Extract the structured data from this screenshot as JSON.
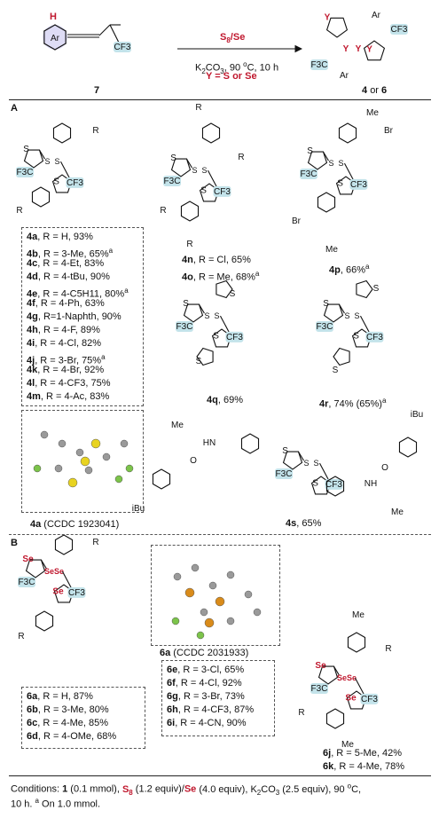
{
  "scheme": {
    "reactant_label": "7",
    "reagent": "S8/Se",
    "conditions": "K2CO3, 90 oC, 10 h",
    "y_definition": "Y = S or Se",
    "product_label": "4 or 6",
    "atom_labels": {
      "h": "H",
      "ar": "Ar",
      "cf3": "CF3",
      "f3c": "F3C",
      "y": "Y",
      "s": "S",
      "se": "Se",
      "r": "R",
      "br": "Br",
      "me": "Me",
      "nh": "NH",
      "hn": "HN",
      "ibu": "iBu",
      "o": "O"
    }
  },
  "section_a": {
    "label": "A",
    "list_4": [
      {
        "id": "4a",
        "text": ", R = H, 93%"
      },
      {
        "id": "4b",
        "text": ", R = 3-Me, 65%",
        "sup": "a"
      },
      {
        "id": "4c",
        "text": ", R = 4-Et, 83%"
      },
      {
        "id": "4d",
        "text": ", R = 4-tBu, 90%"
      },
      {
        "id": "4e",
        "text": ", R = 4-C5H11, 80%",
        "sup": "a"
      },
      {
        "id": "4f",
        "text": ", R = 4-Ph, 63%"
      },
      {
        "id": "4g",
        "text": ", R=1-Naphth, 90%"
      },
      {
        "id": "4h",
        "text": ", R = 4-F, 89%"
      },
      {
        "id": "4i",
        "text": ", R = 4-Cl, 82%"
      },
      {
        "id": "4j",
        "text": ", R = 3-Br, 75%",
        "sup": "a"
      },
      {
        "id": "4k",
        "text": ", R = 4-Br, 92%"
      },
      {
        "id": "4l",
        "text": ", R = 4-CF3, 75%"
      },
      {
        "id": "4m",
        "text": ", R = 4-Ac, 83%"
      }
    ],
    "c4n": {
      "id": "4n",
      "text": ", R = Cl, 65%"
    },
    "c4o": {
      "id": "4o",
      "text": ", R = Me, 68%",
      "sup": "a"
    },
    "c4p": {
      "id": "4p",
      "text": ", 66%",
      "sup": "a"
    },
    "c4q": {
      "id": "4q",
      "text": ", 69%"
    },
    "c4r": {
      "id": "4r",
      "text": ", 74% (65%)",
      "sup": "a"
    },
    "c4s": {
      "id": "4s",
      "text": ", 65%"
    },
    "xray_4a": {
      "id": "4a",
      "text": " (CCDC 1923041)"
    }
  },
  "section_b": {
    "label": "B",
    "list_6a": [
      {
        "id": "6a",
        "text": ", R = H, 87%"
      },
      {
        "id": "6b",
        "text": ", R = 3-Me, 80%"
      },
      {
        "id": "6c",
        "text": ", R = 4-Me, 85%"
      },
      {
        "id": "6d",
        "text": ", R = 4-OMe, 68%"
      }
    ],
    "list_6e": [
      {
        "id": "6e",
        "text": ", R = 3-Cl, 65%"
      },
      {
        "id": "6f",
        "text": ", R = 4-Cl, 92%"
      },
      {
        "id": "6g",
        "text": ", R = 3-Br, 73%"
      },
      {
        "id": "6h",
        "text": ", R = 4-CF3, 87%"
      },
      {
        "id": "6i",
        "text": ", R = 4-CN, 90%"
      }
    ],
    "list_6j": [
      {
        "id": "6j",
        "text": ", R = 5-Me, 42%"
      },
      {
        "id": "6k",
        "text": ", R = 4-Me, 78%"
      }
    ],
    "xray_6a": {
      "id": "6a",
      "text": " (CCDC 2031933)"
    }
  },
  "footer": {
    "t1": "Conditions: ",
    "t2": "1",
    "t3": " (0.1 mmol), ",
    "t4": "S8",
    "t5": " (1.2 equiv)/",
    "t6": "Se",
    "t7": " (4.0 equiv), K2CO3 (2.5 equiv), 90 oC,",
    "t8": "10 h. ",
    "t9": "a",
    "t10": " On 1.0 mmol."
  },
  "colors": {
    "red": "#c0182e",
    "hl_blue": "#c3e3ea",
    "hl_purple": "#d6d3f2",
    "arrow": "#111111"
  }
}
